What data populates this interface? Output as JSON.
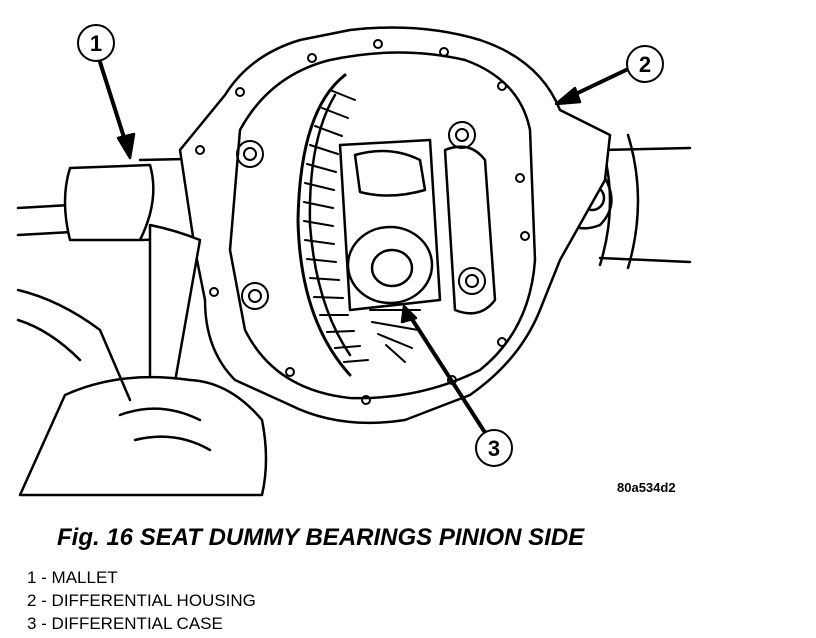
{
  "figure_id": "80a534d2",
  "caption": "Fig. 16 SEAT DUMMY BEARINGS PINION SIDE",
  "callouts": [
    {
      "number": "1",
      "label": "1 - MALLET"
    },
    {
      "number": "2",
      "label": "2 - DIFFERENTIAL HOUSING"
    },
    {
      "number": "3",
      "label": "3 - DIFFERENTIAL CASE"
    }
  ]
}
